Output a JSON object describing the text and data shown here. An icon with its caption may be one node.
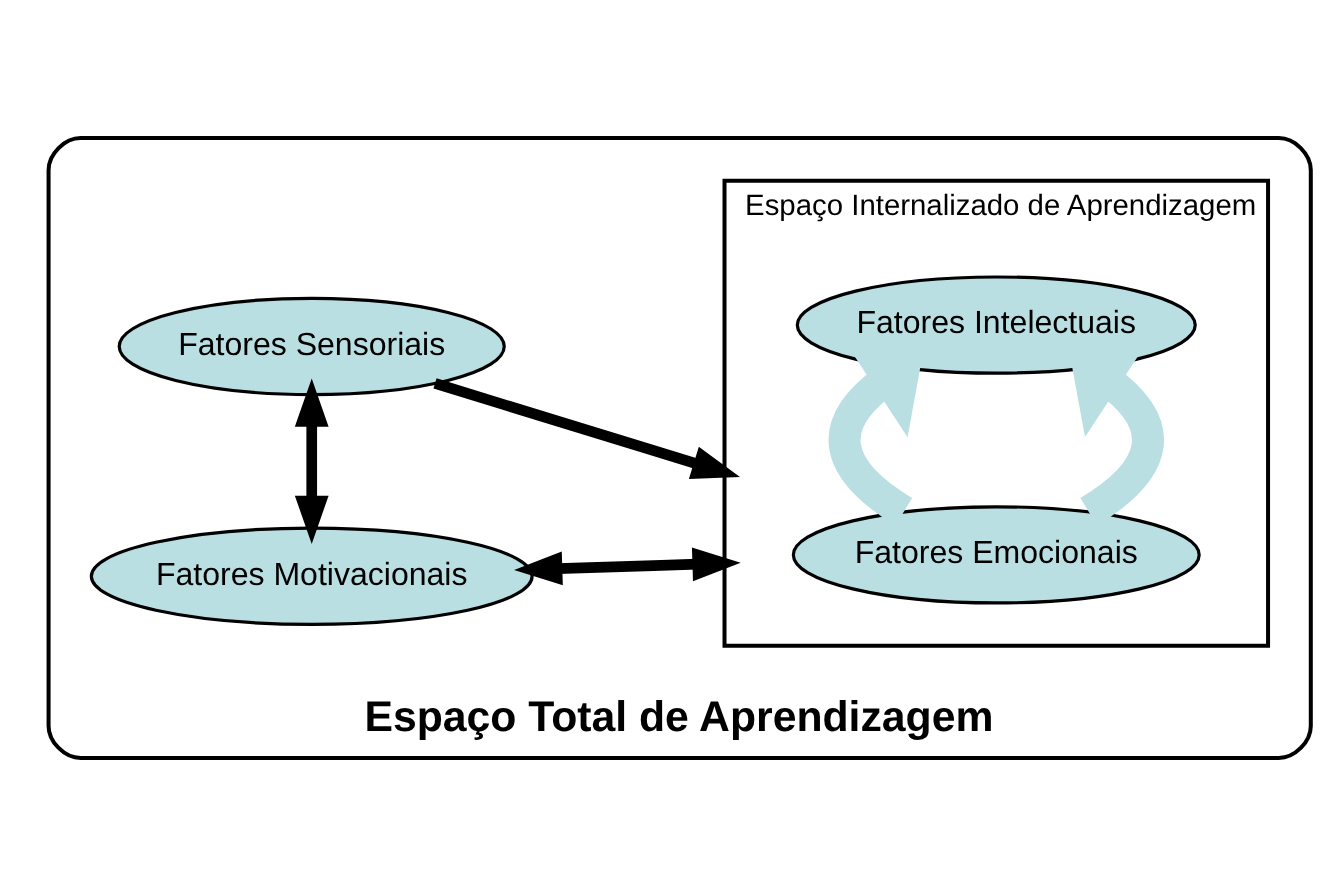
{
  "diagram": {
    "nodes": [
      {
        "text": [
          "Espaço Total de Aprendizagem"
        ]
      },
      {
        "text": [
          "Fatores Motivacionais"
        ],
        "in": 0
      },
      {
        "text": [
          "Fatores Sensoriais"
        ],
        "in": 0
      },
      {
        "text": [
          "Espaço Internalizado de Aprendizagem"
        ],
        "in": 0
      },
      {
        "text": [
          "Fatores Emocionais"
        ],
        "in": 3
      },
      {
        "text": [
          "Fatores Intelectuais"
        ],
        "in": 3
      }
    ],
    "edges": [
      {
        "from": 1,
        "to": 2,
        "arrow": "both"
      },
      {
        "from": 1,
        "to": 3,
        "arrow": "both"
      },
      {
        "from": 2,
        "to": 3,
        "arrow": "to"
      },
      {
        "from": 4,
        "to": 5,
        "arrow": "to",
        "style": "thick",
        "color": "#b9dfe3"
      },
      {
        "from": 4,
        "to": 5,
        "arrow": "to",
        "style": "thick",
        "color": "#b9dfe3"
      }
    ]
  }
}
